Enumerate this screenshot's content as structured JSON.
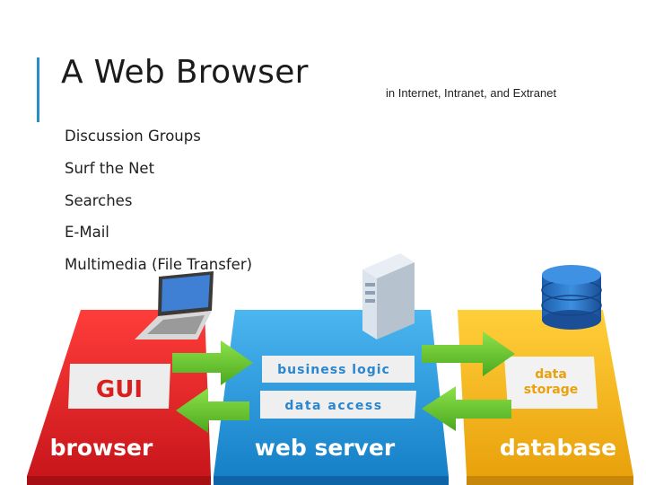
{
  "slide": {
    "title": "A Web Browser",
    "subtitle": "in Internet, Intranet, and Extranet",
    "bullets": [
      "Discussion Groups",
      "Surf the Net",
      "Searches",
      "E-Mail",
      "Multimedia (File Transfer)"
    ]
  },
  "diagram": {
    "browser_label": "browser",
    "gui_label": "GUI",
    "server_label": "web server",
    "business_logic_label": "business logic",
    "data_access_label": "data access",
    "database_label": "database",
    "data_storage_line1": "data",
    "data_storage_line2": "storage",
    "colors": {
      "browser": "#e8262a",
      "server": "#2c9ee0",
      "database": "#f5b818",
      "arrow": "#6cc832",
      "accent": "#2b8fc7"
    }
  }
}
